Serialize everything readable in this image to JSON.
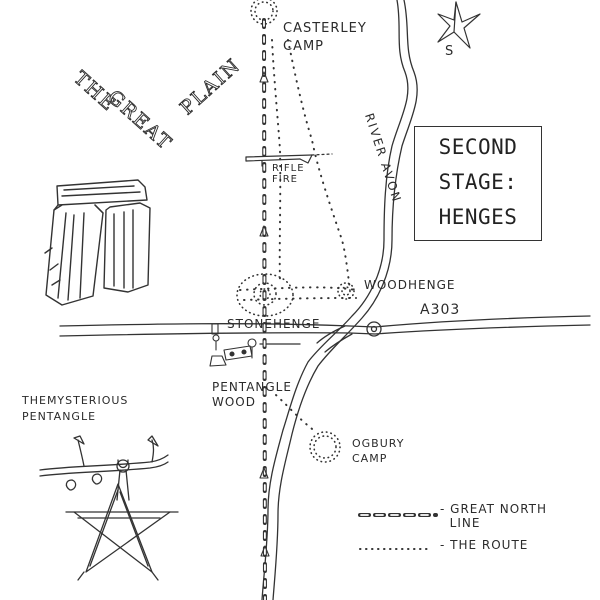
{
  "region_labels": {
    "great_plain": [
      "THE",
      "GREAT",
      "PLAIN"
    ]
  },
  "title_box": {
    "lines": [
      "SECOND",
      "STAGE:",
      "HENGES"
    ]
  },
  "places": {
    "casterley": "CASTERLEY\nCAMP",
    "rifle_fire": "RIFLE\nFIRE",
    "woodhenge": "WOODHENGE",
    "a303": "A303",
    "stonehenge": "STONEHENGE",
    "pentangle_wood": "PENTANGLE\nWOOD",
    "ogbury": "OGBURY\nCAMP",
    "mysterious": "THEMYSTERIOUS\nPENTANGLE"
  },
  "river_label": "RIVER AVON",
  "compass_letter": "S",
  "legend": {
    "items": [
      {
        "line_style": "dashed",
        "label": "- GREAT NORTH\n  LINE"
      },
      {
        "line_style": "dotted",
        "label": "- THE ROUTE"
      }
    ]
  },
  "icons": [
    "stonehenge-trilithon-icon",
    "compass-star-icon",
    "pentangle-twig-icon",
    "rifle-icon"
  ]
}
